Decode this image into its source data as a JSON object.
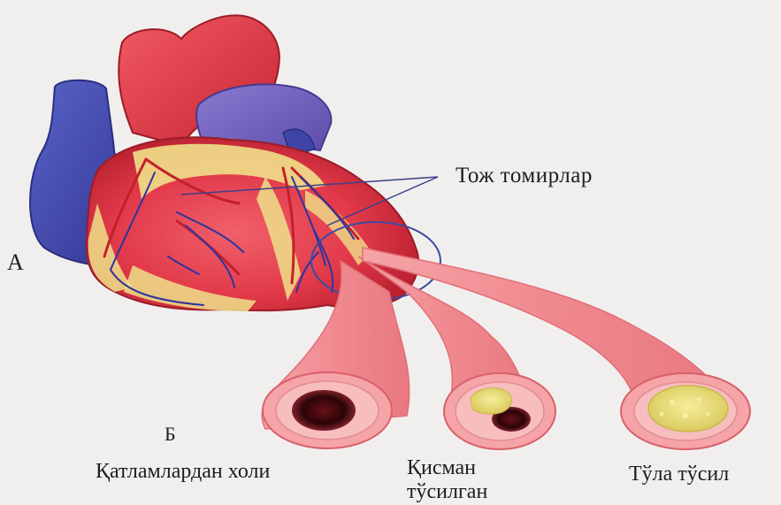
{
  "labels": {
    "panel_a": "А",
    "panel_b": "Б",
    "coronary_vessels": "Тож томирлар",
    "artery_clear": "Қатламлардан холи",
    "artery_partial_line1": "Қисман",
    "artery_partial_line2": "тўсилган",
    "artery_full": "Тўла тўсил"
  },
  "colors": {
    "background": "#f1efee",
    "heart_red": "#e23a4a",
    "heart_dark_red": "#b8202e",
    "vein_blue": "#3f44a8",
    "fat_yellow": "#efe08a",
    "vessel_pink": "#f08f94",
    "plaque_yellow": "#e9df7a"
  }
}
